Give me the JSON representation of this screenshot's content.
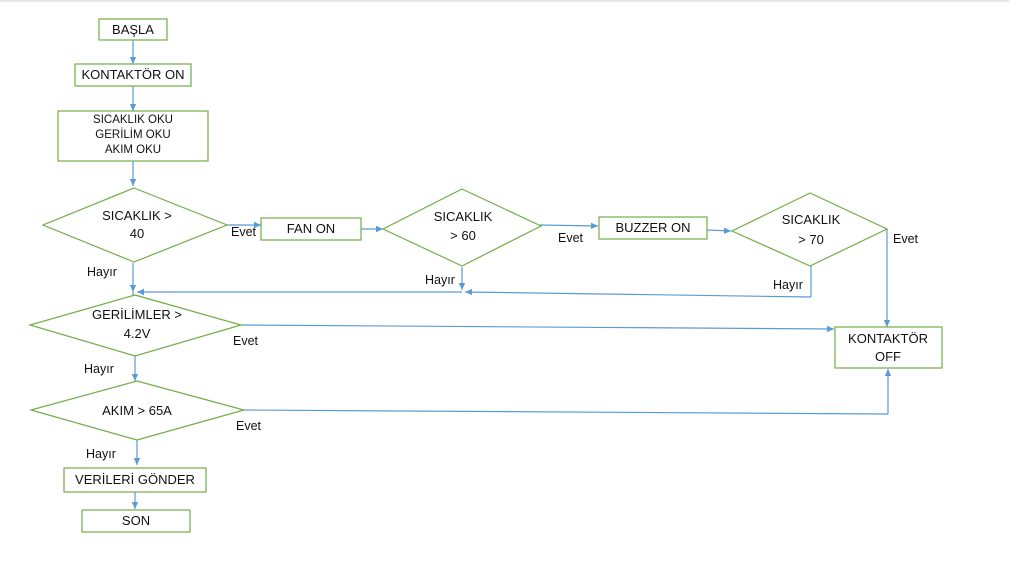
{
  "nodes": {
    "start": "BAŞLA",
    "contactor_on": "KONTAKTÖR ON",
    "read_line1": "SICAKLIK OKU",
    "read_line2": "GERİLİM OKU",
    "read_line3": "AKIM OKU",
    "temp40_line1": "SICAKLIK >",
    "temp40_line2": "40",
    "fan_on": "FAN ON",
    "temp60_line1": "SICAKLIK",
    "temp60_line2": "> 60",
    "buzzer_on": "BUZZER ON",
    "temp70_line1": "SICAKLIK",
    "temp70_line2": "> 70",
    "voltage_line1": "GERİLİMLER >",
    "voltage_line2": "4.2V",
    "current": "AKIM > 65A",
    "contactor_off_line1": "KONTAKTÖR",
    "contactor_off_line2": "OFF",
    "send_data": "VERİLERİ GÖNDER",
    "end": "SON"
  },
  "edge_labels": {
    "yes": "Evet",
    "no": "Hayır"
  },
  "colors": {
    "node_border": "#70ad47",
    "connector": "#5b9bd5",
    "text": "#111111"
  }
}
